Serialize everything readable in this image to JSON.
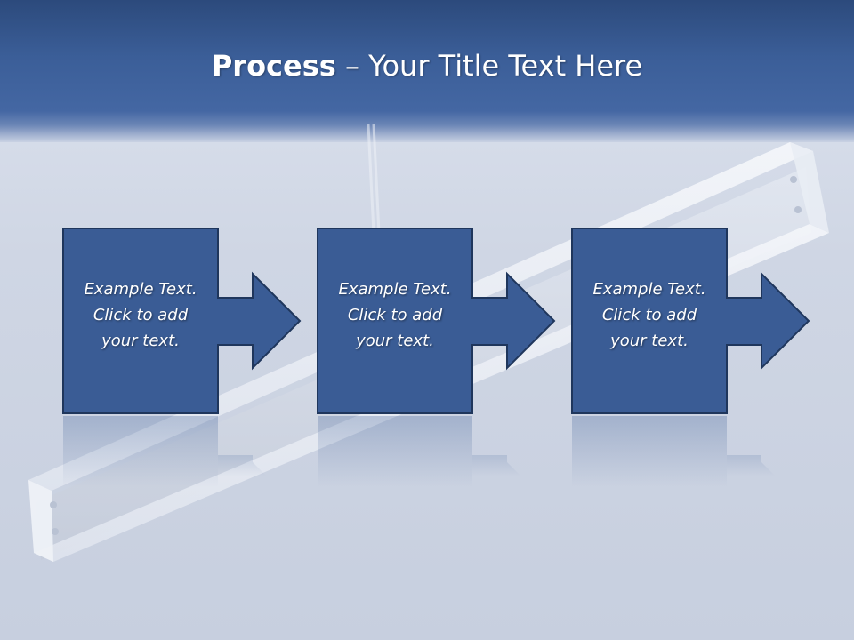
{
  "slide": {
    "title_bold": "Process",
    "title_rest": " – Your Title Text Here"
  },
  "steps": [
    {
      "text": "Example Text.\nClick  to add\nyour text."
    },
    {
      "text": "Example Text.\nClick  to add\nyour text."
    },
    {
      "text": "Example Text.\nClick  to add\nyour text."
    }
  ],
  "colors": {
    "box_fill": "#3a5c95",
    "box_border": "#1f365c",
    "header": "#3b5e98"
  }
}
